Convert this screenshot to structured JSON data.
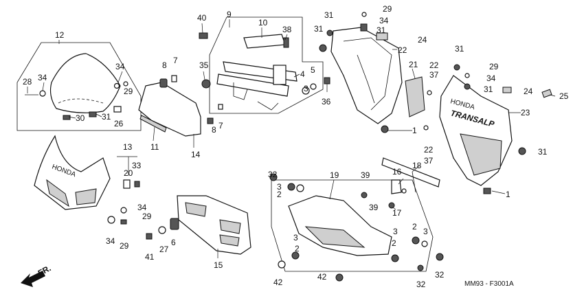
{
  "diagram": {
    "drawing_code": "MM93 - F3001A",
    "direction_label": "FR.",
    "fairing_text": "HONDA",
    "cowl_text_brand": "HONDA",
    "cowl_text_model": "TRANSALP"
  },
  "callouts": [
    {
      "id": "p12",
      "text": "12"
    },
    {
      "id": "p34a",
      "text": "34"
    },
    {
      "id": "p28",
      "text": "28"
    },
    {
      "id": "p34b",
      "text": "34"
    },
    {
      "id": "p29a",
      "text": "29"
    },
    {
      "id": "p30",
      "text": "30"
    },
    {
      "id": "p31a",
      "text": "31"
    },
    {
      "id": "p26",
      "text": "26"
    },
    {
      "id": "p40",
      "text": "40"
    },
    {
      "id": "p9",
      "text": "9"
    },
    {
      "id": "p10",
      "text": "10"
    },
    {
      "id": "p38",
      "text": "38"
    },
    {
      "id": "p8a",
      "text": "8"
    },
    {
      "id": "p7a",
      "text": "7"
    },
    {
      "id": "p35",
      "text": "35"
    },
    {
      "id": "p4",
      "text": "4"
    },
    {
      "id": "p5",
      "text": "5"
    },
    {
      "id": "p3a",
      "text": "3"
    },
    {
      "id": "p36",
      "text": "36"
    },
    {
      "id": "p8b",
      "text": "8"
    },
    {
      "id": "p7b",
      "text": "7"
    },
    {
      "id": "p11",
      "text": "11"
    },
    {
      "id": "p14",
      "text": "14"
    },
    {
      "id": "p31b",
      "text": "31"
    },
    {
      "id": "p31c",
      "text": "31"
    },
    {
      "id": "p29b",
      "text": "29"
    },
    {
      "id": "p34c",
      "text": "34"
    },
    {
      "id": "p31d",
      "text": "31"
    },
    {
      "id": "p24a",
      "text": "24"
    },
    {
      "id": "p22a",
      "text": "22"
    },
    {
      "id": "p21",
      "text": "21"
    },
    {
      "id": "p1a",
      "text": "1"
    },
    {
      "id": "p22b",
      "text": "22"
    },
    {
      "id": "p37a",
      "text": "37"
    },
    {
      "id": "p31e",
      "text": "31"
    },
    {
      "id": "p29c",
      "text": "29"
    },
    {
      "id": "p34d",
      "text": "34"
    },
    {
      "id": "p22c",
      "text": "22"
    },
    {
      "id": "p37b",
      "text": "37"
    },
    {
      "id": "p31f",
      "text": "31"
    },
    {
      "id": "p24b",
      "text": "24"
    },
    {
      "id": "p25",
      "text": "25"
    },
    {
      "id": "p23",
      "text": "23"
    },
    {
      "id": "p31g",
      "text": "31"
    },
    {
      "id": "p1b",
      "text": "1"
    },
    {
      "id": "p13",
      "text": "13"
    },
    {
      "id": "p20",
      "text": "20"
    },
    {
      "id": "p33",
      "text": "33"
    },
    {
      "id": "p34e",
      "text": "34"
    },
    {
      "id": "p29d",
      "text": "29"
    },
    {
      "id": "p34f",
      "text": "34"
    },
    {
      "id": "p29e",
      "text": "29"
    },
    {
      "id": "p41",
      "text": "41"
    },
    {
      "id": "p27",
      "text": "27"
    },
    {
      "id": "p6",
      "text": "6"
    },
    {
      "id": "p15",
      "text": "15"
    },
    {
      "id": "p32a",
      "text": "32"
    },
    {
      "id": "p3b",
      "text": "3"
    },
    {
      "id": "p2a",
      "text": "2"
    },
    {
      "id": "p19",
      "text": "19"
    },
    {
      "id": "p39a",
      "text": "39"
    },
    {
      "id": "p16",
      "text": "16"
    },
    {
      "id": "p18",
      "text": "18"
    },
    {
      "id": "p39b",
      "text": "39"
    },
    {
      "id": "p17",
      "text": "17"
    },
    {
      "id": "p3c",
      "text": "3"
    },
    {
      "id": "p2b",
      "text": "2"
    },
    {
      "id": "p2c",
      "text": "2"
    },
    {
      "id": "p3d",
      "text": "3"
    },
    {
      "id": "p2d",
      "text": "2"
    },
    {
      "id": "p3e",
      "text": "3"
    },
    {
      "id": "p42a",
      "text": "42"
    },
    {
      "id": "p42b",
      "text": "42"
    },
    {
      "id": "p32b",
      "text": "32"
    },
    {
      "id": "p32c",
      "text": "32"
    }
  ]
}
